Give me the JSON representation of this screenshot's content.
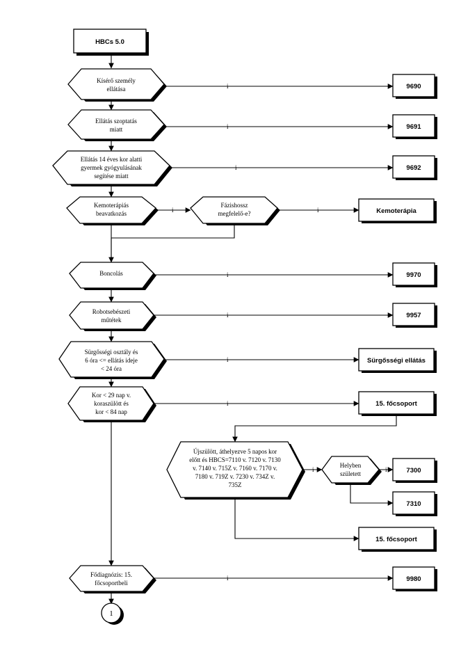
{
  "start": "HBCs 5.0",
  "yes_label": "i",
  "decisions": {
    "d1": [
      "Kísérő személy",
      "ellátása"
    ],
    "d2": [
      "Ellátás szoptatás",
      "miatt"
    ],
    "d3": [
      "Ellátás 14 éves kor alatti",
      "gyermek gyógyulásának",
      "segítése miatt"
    ],
    "d4": [
      "Kemoterápiás",
      "beavatkozás"
    ],
    "d5": [
      "Fázishossz",
      "megfelelő-e?"
    ],
    "d6": [
      "Boncolás"
    ],
    "d7": [
      "Robotsebészeti",
      "műtétek"
    ],
    "d8": [
      "Sürgősségi osztály és",
      "6 óra <= ellátás ideje",
      "< 24 óra"
    ],
    "d9": [
      "Kor < 29 nap v.",
      "koraszülött és",
      "kor < 84 nap"
    ],
    "d10": [
      "Újszülött, áthelyezve 5 napos kor",
      "előtt és HBCS=7110 v. 7120 v. 7130",
      "v. 7140 v. 715Z v. 7160 v. 7170 v.",
      "7180 v. 719Z v. 7230 v. 734Z v.",
      "735Z"
    ],
    "d11": [
      "Helyben",
      "született"
    ],
    "d12": [
      "Fődiagnózis: 15.",
      "főcsoportbeli"
    ]
  },
  "outcomes": {
    "o1": "9690",
    "o2": "9691",
    "o3": "9692",
    "o4": "Kemoterápia",
    "o5": "9970",
    "o6": "9957",
    "o7": "Sürgősségi ellátás",
    "o8": "15. főcsoport",
    "o9": "7300",
    "o10": "7310",
    "o11": "15. főcsoport",
    "o12": "9980"
  },
  "connector": "1"
}
